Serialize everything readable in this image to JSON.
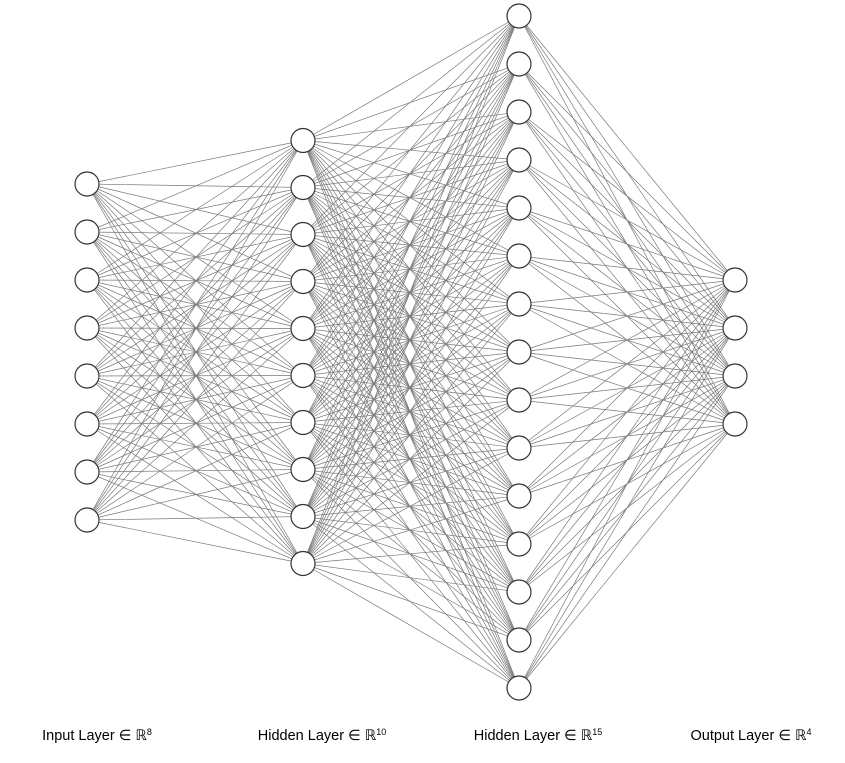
{
  "diagram": {
    "type": "fully-connected-neural-network",
    "layers": [
      {
        "name": "input-layer",
        "neurons": 8,
        "label_text": "Input Layer ∈ ℝ",
        "label_exp": "8"
      },
      {
        "name": "hidden-layer-1",
        "neurons": 10,
        "label_text": "Hidden Layer ∈ ℝ",
        "label_exp": "10"
      },
      {
        "name": "hidden-layer-2",
        "neurons": 15,
        "label_text": "Hidden Layer ∈ ℝ",
        "label_exp": "15"
      },
      {
        "name": "output-layer",
        "neurons": 4,
        "label_text": "Output Layer ∈ ℝ",
        "label_exp": "4"
      }
    ],
    "colors": {
      "edge": "#7a7a7a",
      "node_stroke": "#333333",
      "node_fill": "#ffffff",
      "label": "#000000"
    }
  }
}
